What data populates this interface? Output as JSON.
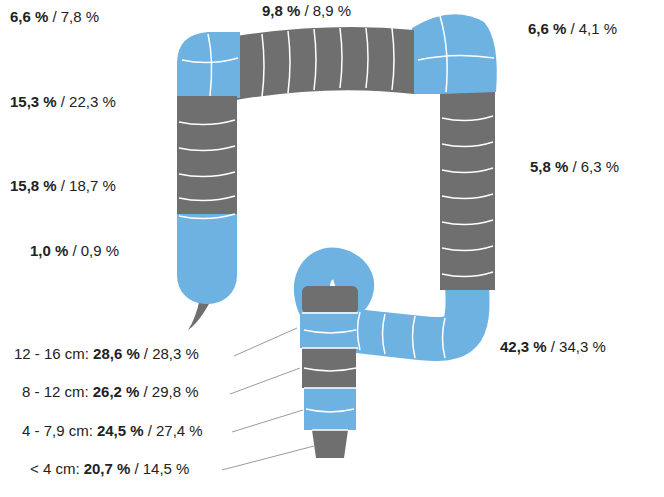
{
  "diagram": {
    "labels": [
      "6,6 %",
      "/ 7,8 %",
      "9,8 %",
      "/ 8,9 %",
      "6,6 %",
      "/ 4,1 %",
      "15,3 %",
      "/ 22,3 %",
      "15,8 %",
      "/ 18,7 %",
      "1,0 %",
      "/ 0,9 %",
      "5,8 %",
      "/ 6,3 %",
      "42,3 %",
      "/ 34,3 %",
      "12 - 16 cm:",
      "28,6 %",
      "/ 28,3 %",
      "8 - 12 cm:",
      "26,2 %",
      "/ 29,8 %",
      "4 - 7,9 cm:",
      "24,5 %",
      "/ 27,4 %",
      "< 4 cm:",
      "20,7 %",
      "/ 14,5 %"
    ]
  }
}
